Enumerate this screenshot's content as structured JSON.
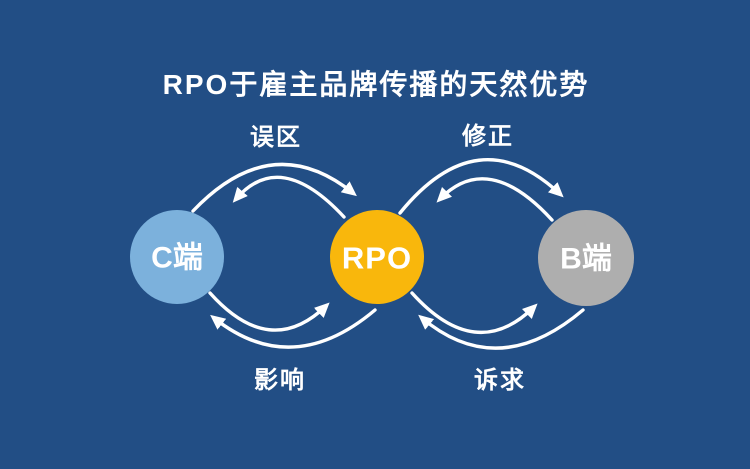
{
  "title": "RPO于雇主品牌传播的天然优势",
  "colors": {
    "background": "#224e85",
    "arrow": "#ffffff",
    "text": "#ffffff",
    "node_c": "#7cb1dc",
    "node_rpo": "#f9b70c",
    "node_b": "#aeaeae"
  },
  "nodes": {
    "c": {
      "label": "C端"
    },
    "rpo": {
      "label": "RPO"
    },
    "b": {
      "label": "B端"
    }
  },
  "relations": {
    "top_left": {
      "label": "误区"
    },
    "top_right": {
      "label": "修正"
    },
    "bottom_left": {
      "label": "影响"
    },
    "bottom_right": {
      "label": "诉求"
    }
  }
}
